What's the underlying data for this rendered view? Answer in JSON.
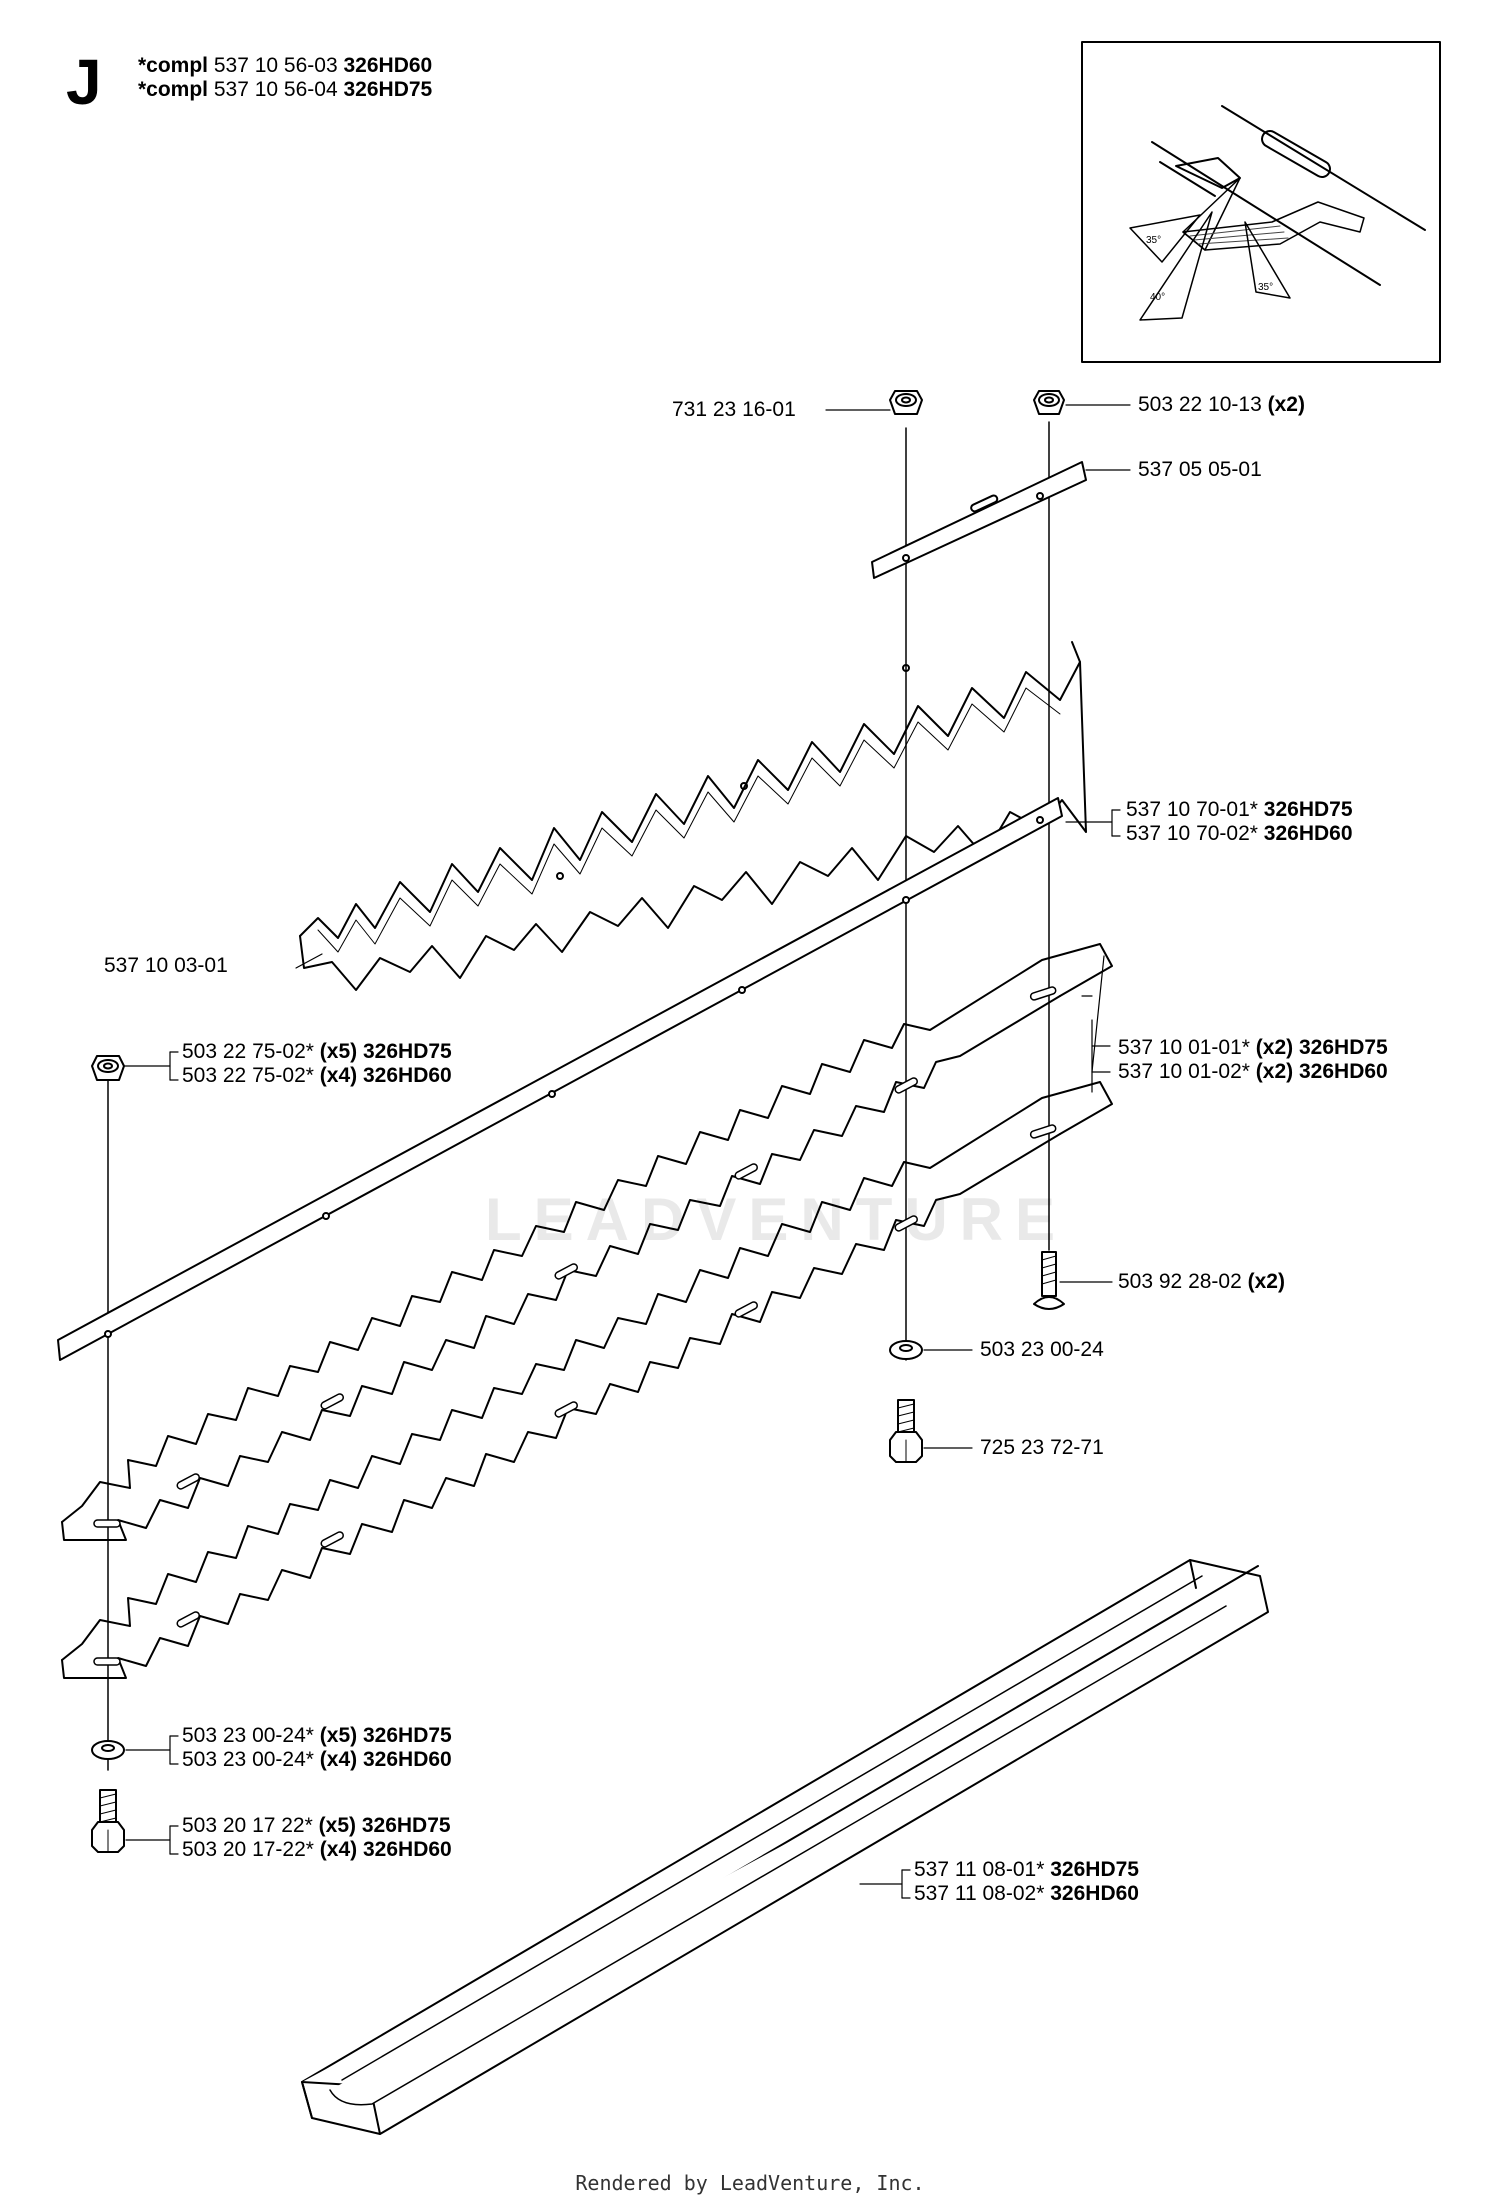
{
  "header": {
    "section": "J",
    "kits": [
      {
        "prefix": "*compl",
        "number": "537 10 56-03",
        "model": "326HD60"
      },
      {
        "prefix": "*compl",
        "number": "537 10 56-04",
        "model": "326HD75"
      }
    ]
  },
  "parts": {
    "nut_single": {
      "number": "731 23 16-01"
    },
    "nut_pair": {
      "number": "503 22 10-13",
      "qty": "(x2)"
    },
    "plate": {
      "number": "537 05 05-01"
    },
    "guide_plate": {
      "number": "537 10 03-01"
    },
    "bar": [
      {
        "number": "537 10 70-01*",
        "model": "326HD75"
      },
      {
        "number": "537 10 70-02*",
        "model": "326HD60"
      }
    ],
    "nut_left": [
      {
        "number": "503 22 75-02*",
        "qty": "(x5)",
        "model": "326HD75"
      },
      {
        "number": "503 22 75-02*",
        "qty": "(x4)",
        "model": "326HD60"
      }
    ],
    "blades": [
      {
        "number": "537 10 01-01*",
        "qty": "(x2)",
        "model": "326HD75"
      },
      {
        "number": "537 10 01-02*",
        "qty": "(x2)",
        "model": "326HD60"
      }
    ],
    "screw_pair": {
      "number": "503 92 28-02",
      "qty": "(x2)"
    },
    "washer_single": {
      "number": "503 23 00-24"
    },
    "bolt_single": {
      "number": "725 23 72-71"
    },
    "washer_left": [
      {
        "number": "503 23 00-24*",
        "qty": "(x5)",
        "model": "326HD75"
      },
      {
        "number": "503 23 00-24*",
        "qty": "(x4)",
        "model": "326HD60"
      }
    ],
    "bolt_left": [
      {
        "number": "503 20 17 22*",
        "qty": "(x5)",
        "model": "326HD75"
      },
      {
        "number": "503 20 17-22*",
        "qty": "(x4)",
        "model": "326HD60"
      }
    ],
    "guard": [
      {
        "number": "537 11 08-01*",
        "model": "326HD75"
      },
      {
        "number": "537 11 08-02*",
        "model": "326HD60"
      }
    ]
  },
  "inset": {
    "angles": [
      "35°",
      "40°",
      "35°"
    ]
  },
  "watermark": "LEADVENTURE",
  "footer": "Rendered by LeadVenture, Inc."
}
